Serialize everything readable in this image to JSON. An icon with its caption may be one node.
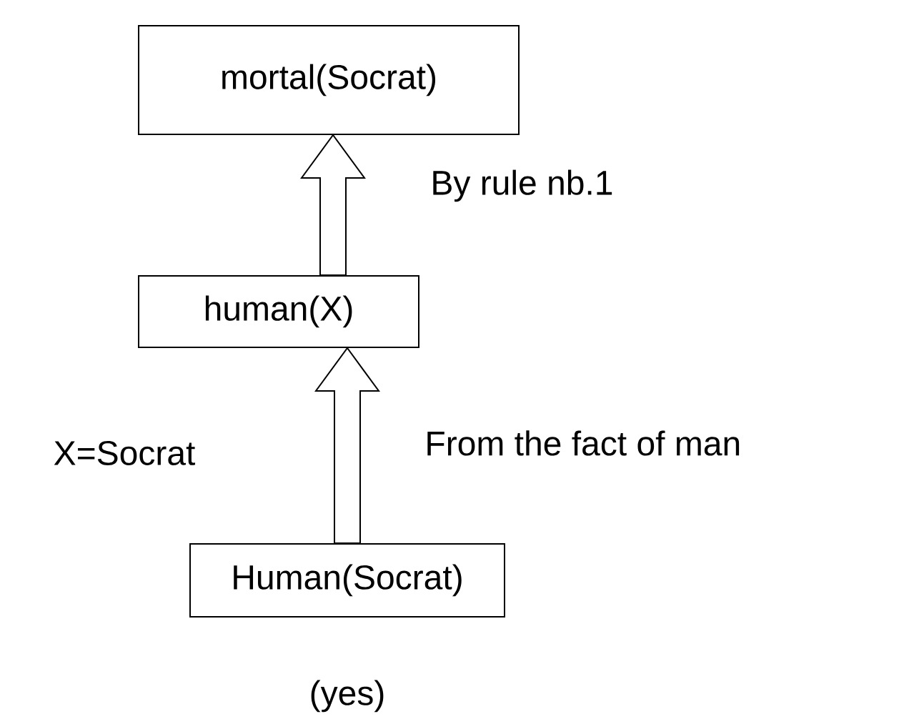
{
  "diagram": {
    "nodes": [
      {
        "text": [
          "mortal(Socrat)"
        ]
      },
      {
        "text": [
          "human(X)"
        ]
      },
      {
        "text": [
          "Human(Socrat)"
        ],
        "beside": [
          "(yes)"
        ]
      }
    ],
    "edges": [
      {
        "from": 1,
        "to": 0,
        "arrow": "to",
        "label": "By rule nb.1"
      },
      {
        "from": 2,
        "to": 1,
        "arrow": "to",
        "label": "From the fact of man"
      }
    ],
    "labels": [
      "X=Socrat"
    ]
  }
}
